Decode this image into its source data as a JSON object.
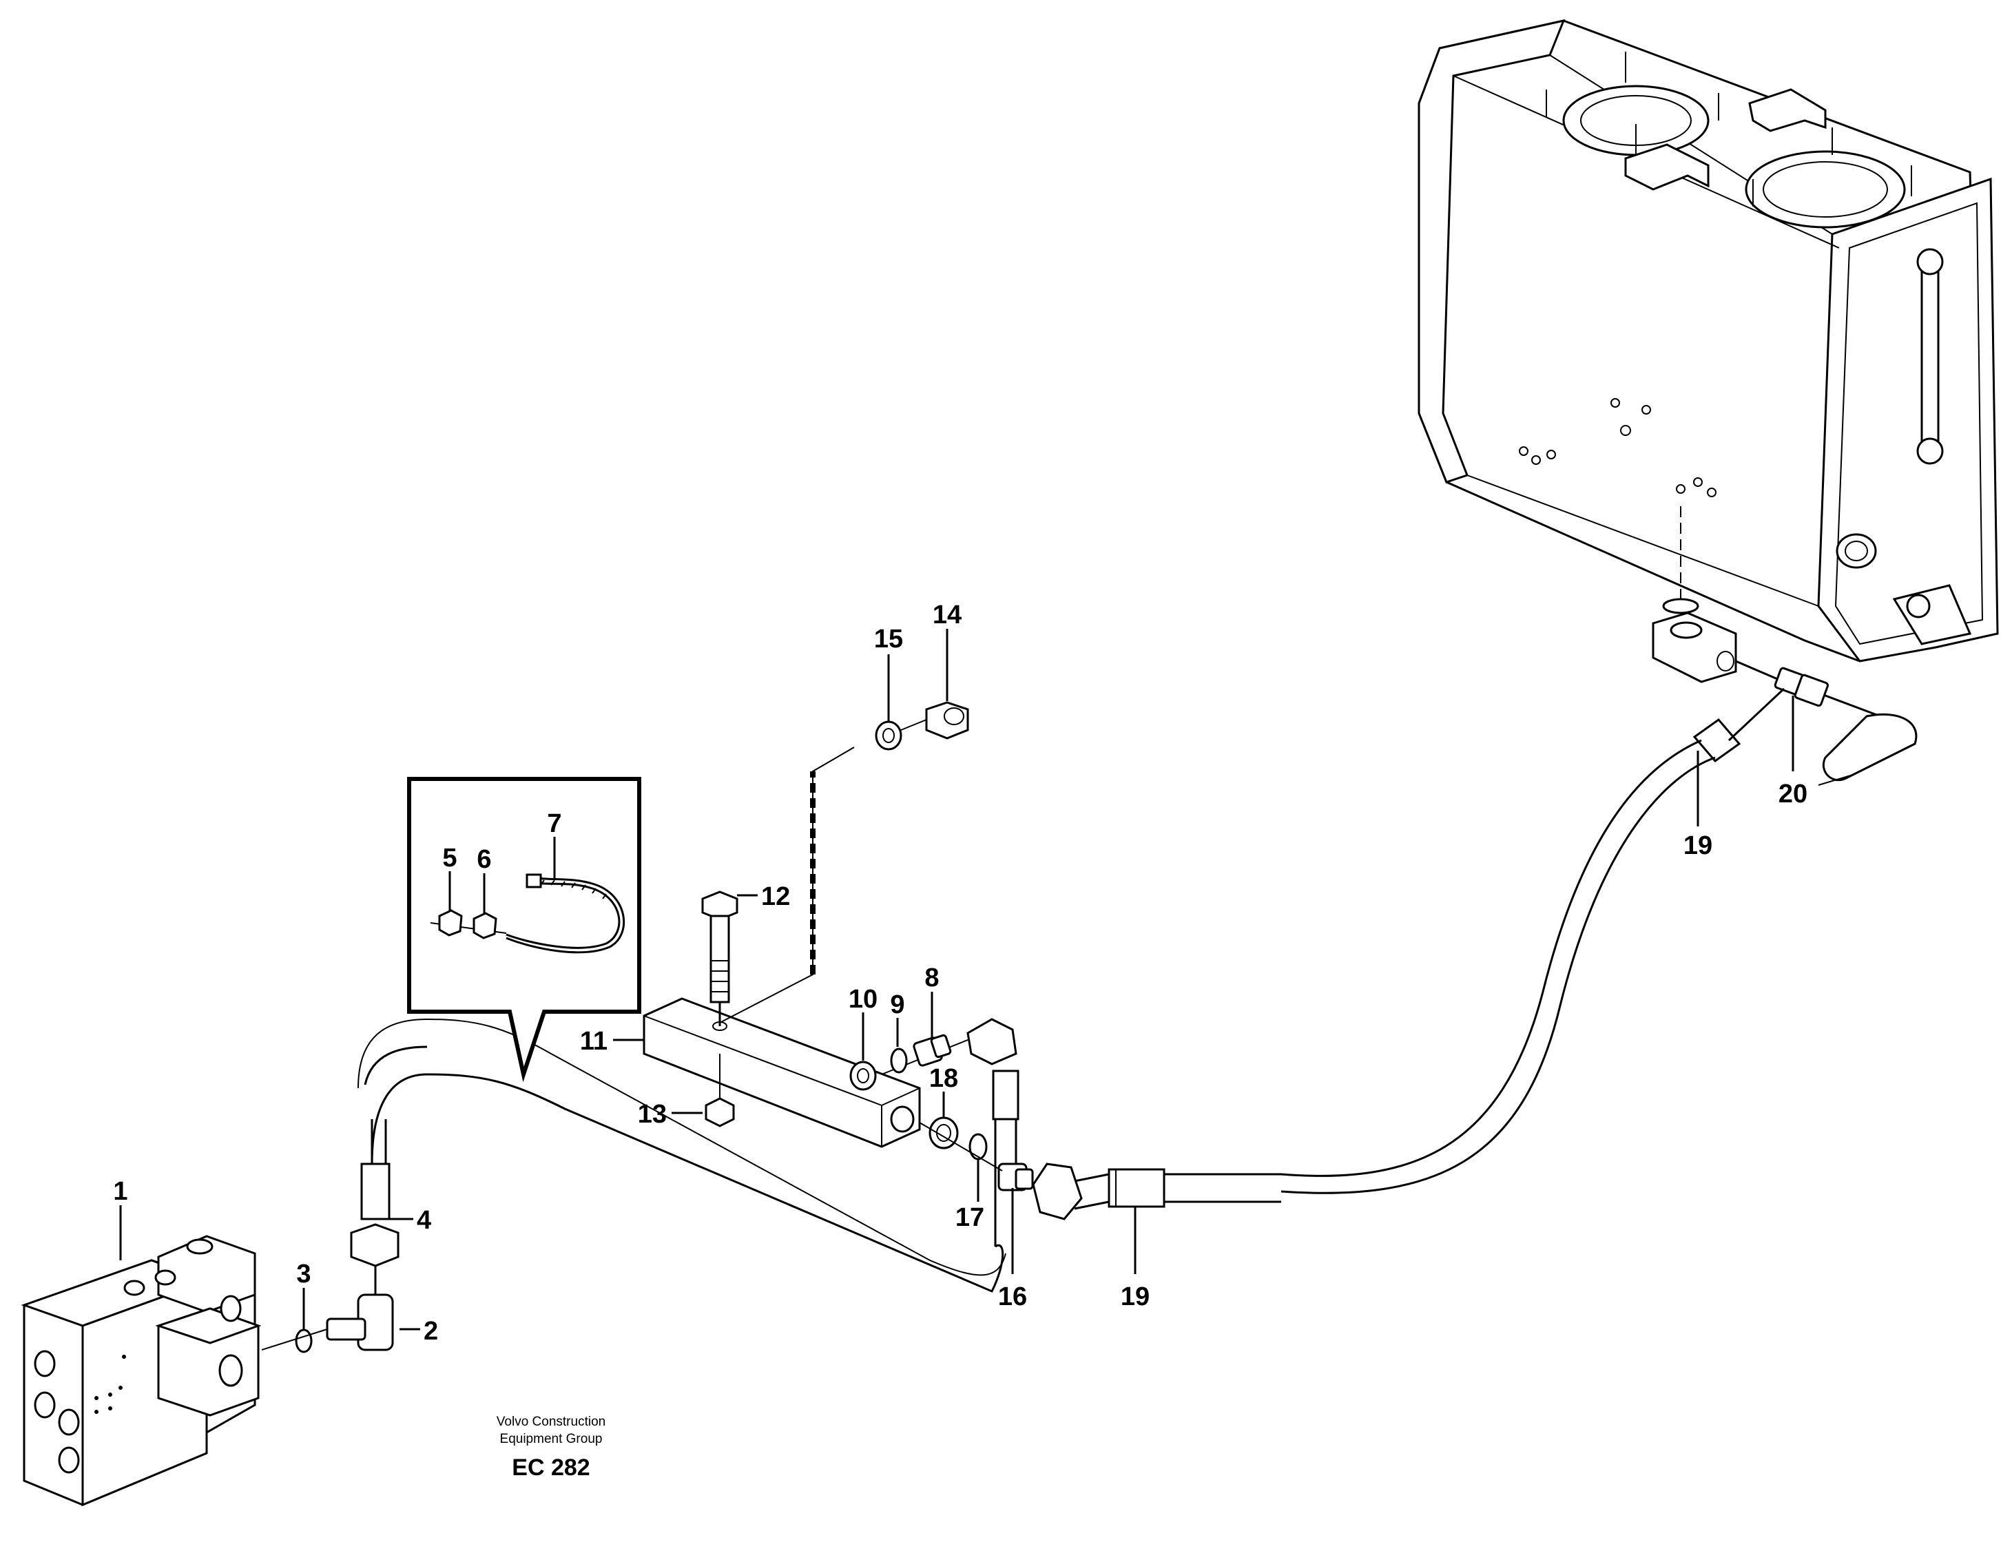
{
  "callouts": {
    "c1": "1",
    "c2": "2",
    "c3": "3",
    "c4": "4",
    "c5": "5",
    "c6": "6",
    "c7": "7",
    "c8": "8",
    "c9": "9",
    "c10": "10",
    "c11": "11",
    "c12": "12",
    "c13": "13",
    "c14": "14",
    "c15": "15",
    "c16": "16",
    "c17": "17",
    "c18": "18",
    "c19a": "19",
    "c19b": "19",
    "c20": "20"
  },
  "caption": {
    "line1": "Volvo Construction",
    "line2": "Equipment Group",
    "code": "EC 282"
  }
}
